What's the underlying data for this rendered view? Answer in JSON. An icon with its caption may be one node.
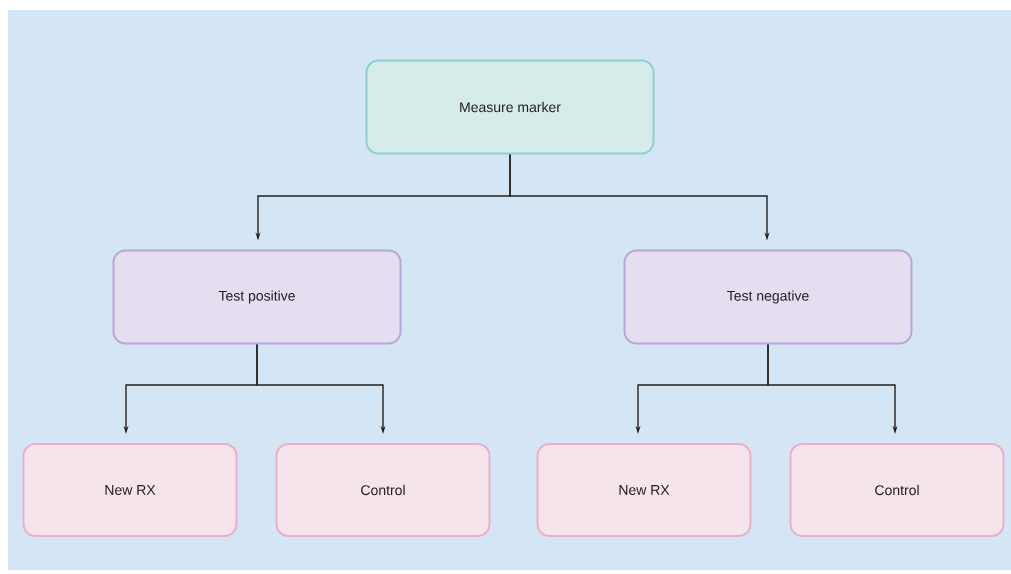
{
  "diagram": {
    "nodes": [
      {
        "text": [
          "Measure marker"
        ]
      },
      {
        "text": [
          "Test positive"
        ]
      },
      {
        "text": [
          "Test negative"
        ]
      },
      {
        "text": [
          "New RX"
        ]
      },
      {
        "text": [
          "Control"
        ]
      },
      {
        "text": [
          "New RX"
        ]
      },
      {
        "text": [
          "Control"
        ]
      }
    ],
    "edges": [
      {
        "from": 0,
        "to": 1,
        "arrow": "to"
      },
      {
        "from": 0,
        "to": 2,
        "arrow": "to"
      },
      {
        "from": 1,
        "to": 3,
        "arrow": "to"
      },
      {
        "from": 1,
        "to": 4,
        "arrow": "to"
      },
      {
        "from": 2,
        "to": 5,
        "arrow": "to"
      },
      {
        "from": 2,
        "to": 6,
        "arrow": "to"
      }
    ]
  }
}
